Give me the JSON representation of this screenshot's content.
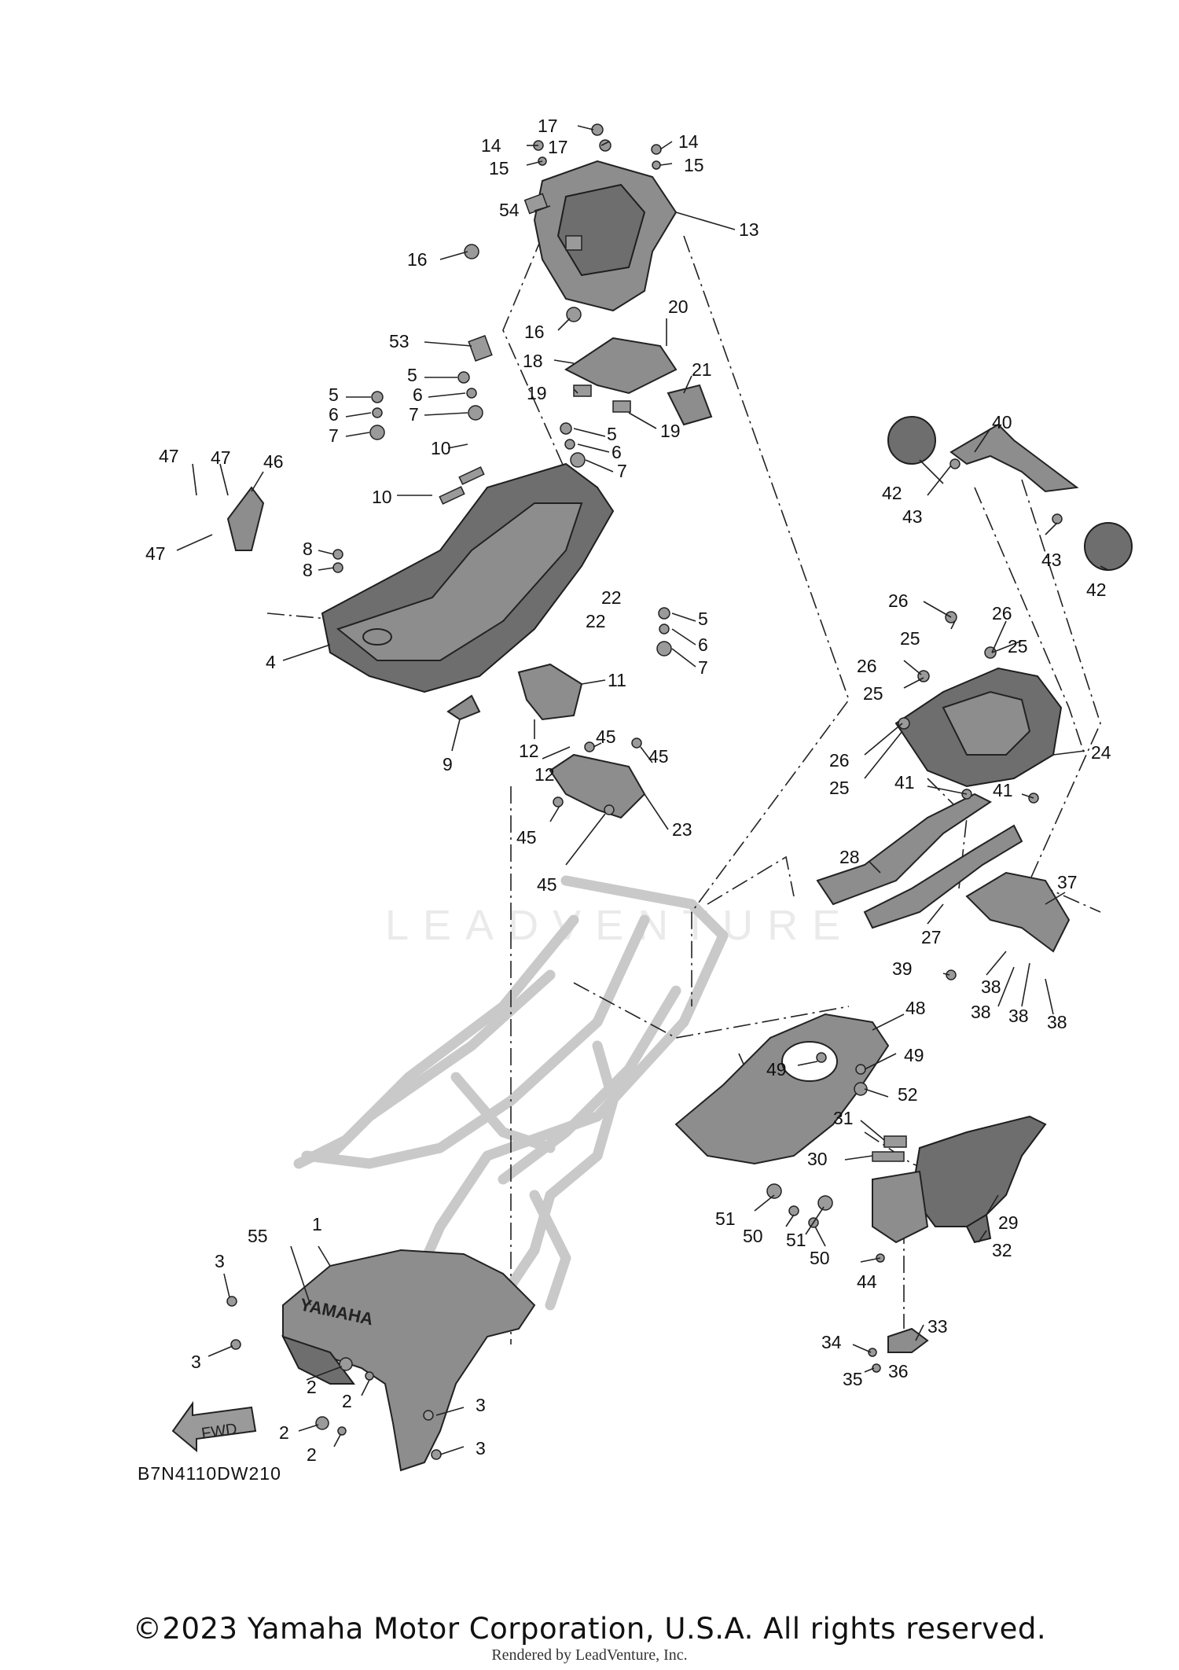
{
  "diagram": {
    "code": "B7N4110DW210",
    "watermark": "LEADVENTURE",
    "fwd_label": "FWD",
    "brand_mark": "YAMAHA"
  },
  "callouts": [
    "1",
    "2",
    "2",
    "2",
    "2",
    "3",
    "3",
    "3",
    "3",
    "4",
    "5",
    "5",
    "5",
    "5",
    "6",
    "6",
    "6",
    "6",
    "7",
    "7",
    "7",
    "7",
    "8",
    "8",
    "9",
    "10",
    "10",
    "11",
    "12",
    "12",
    "13",
    "14",
    "14",
    "15",
    "15",
    "16",
    "16",
    "17",
    "17",
    "18",
    "19",
    "19",
    "20",
    "21",
    "22",
    "22",
    "23",
    "24",
    "25",
    "25",
    "25",
    "25",
    "26",
    "26",
    "26",
    "26",
    "27",
    "28",
    "29",
    "30",
    "31",
    "32",
    "33",
    "34",
    "35",
    "36",
    "37",
    "38",
    "38",
    "38",
    "38",
    "39",
    "40",
    "41",
    "41",
    "42",
    "42",
    "43",
    "43",
    "44",
    "45",
    "45",
    "45",
    "45",
    "46",
    "47",
    "47",
    "47",
    "48",
    "49",
    "49",
    "50",
    "50",
    "51",
    "51",
    "52",
    "53",
    "54",
    "55"
  ],
  "footer": {
    "copyright": "©2023 Yamaha Motor Corporation, U.S.A. All rights reserved.",
    "rendered_by": "Rendered by LeadVenture, Inc."
  }
}
